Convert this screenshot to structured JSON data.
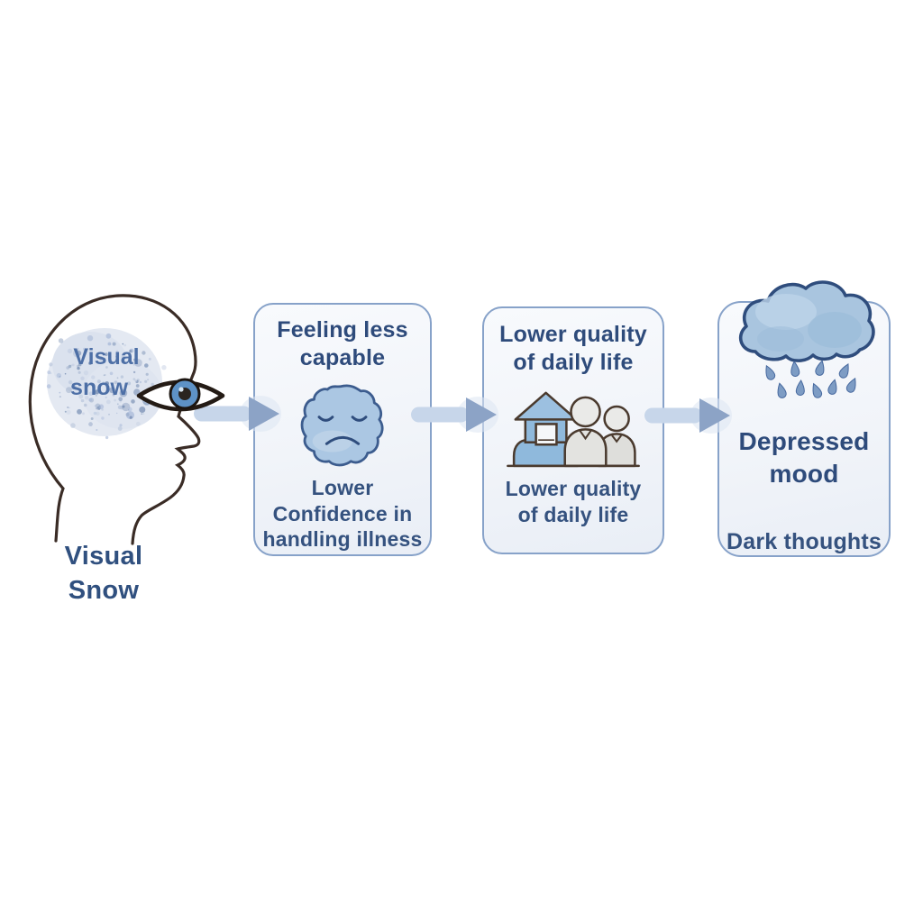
{
  "head": {
    "brain_label_lines": [
      "Visual",
      "snow"
    ],
    "caption_lines": [
      "Visual",
      "Snow"
    ]
  },
  "boxes": [
    {
      "id": "feeling-less-capable",
      "title_lines": [
        "Feeling less",
        "capable"
      ],
      "icon": "sad-blob-face-icon",
      "body_lines": [
        "Lower",
        "Confidence in",
        "handling illness"
      ]
    },
    {
      "id": "lower-quality-of-daily-life",
      "title_lines": [
        "Lower quality",
        "of daily life"
      ],
      "icon": "house-and-people-icon",
      "body_lines": [
        "Lower quality",
        "of daily life"
      ]
    },
    {
      "id": "depressed-mood",
      "icon": "rain-cloud-icon",
      "heading_lines": [
        "Depressed",
        "mood"
      ],
      "body_lines": [
        "Dark thoughts"
      ]
    }
  ],
  "colors": {
    "box_border": "#87a2c9",
    "box_fill_top": "#f8fafd",
    "box_fill_bottom": "#e9eef6",
    "title_text": "#2e4b7b",
    "body_text": "#35527f",
    "arrow_shaft": "#c7d6ea",
    "arrow_head": "#8ca3c6",
    "blob_face_fill": "#abc7e3",
    "cloud_fill": "#a9c5df",
    "house_fill": "#8fb9dc",
    "people_fill": "#e3e3e0",
    "rain_drop": "#7d9cc4",
    "head_outline": "#3a2c26",
    "eye_iris": "#5e92c6",
    "brain_text": "#4d6fa6",
    "caption_text": "#30507f"
  }
}
